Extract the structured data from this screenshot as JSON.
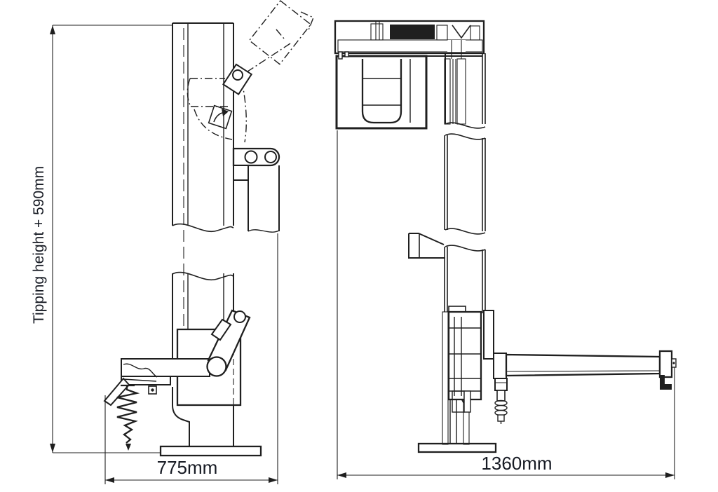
{
  "theme": {
    "line_color": "#1f1f1f",
    "label_color": "#171b24",
    "background": "#ffffff"
  },
  "drawing": {
    "labels": {
      "tipping_height": "Tipping height + 590mm",
      "left_width": "775mm",
      "right_width": "1360mm"
    }
  }
}
